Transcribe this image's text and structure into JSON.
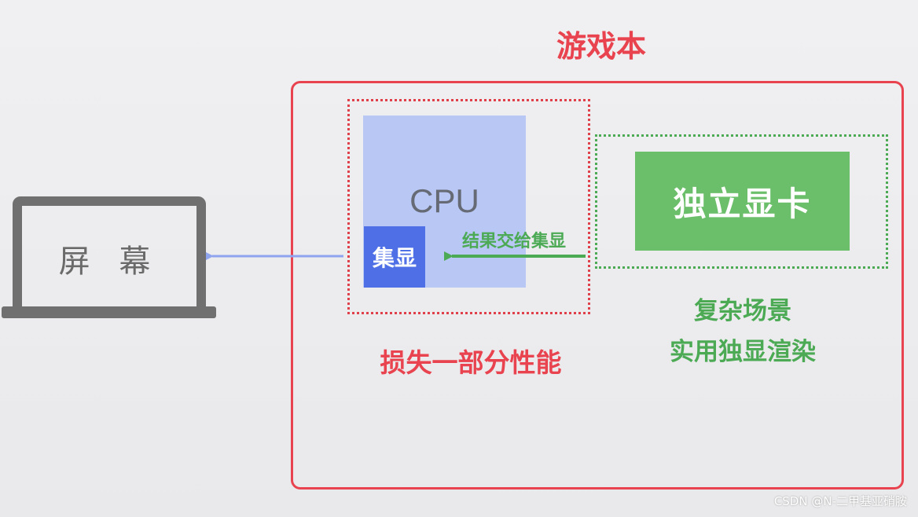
{
  "title": "游戏本",
  "laptop": {
    "screen_label": "屏 幕"
  },
  "cpu": {
    "label": "CPU",
    "igpu_label": "集显"
  },
  "gpu": {
    "label": "独立显卡"
  },
  "arrow_labels": {
    "result_to_igpu": "结果交给集显"
  },
  "notes": {
    "loss": "损失一部分性能",
    "complex_line1": "复杂场景",
    "complex_line2": "实用独显渲染"
  },
  "watermark": "CSDN @N-二甲基亚硝胺",
  "colors": {
    "red": "#e8434e",
    "green": "#4caa55",
    "cpu_blue": "#b8c7f3",
    "igpu_blue": "#4f6fe6",
    "arrow_blue": "#8fa4ef",
    "laptop_gray": "#707070"
  }
}
